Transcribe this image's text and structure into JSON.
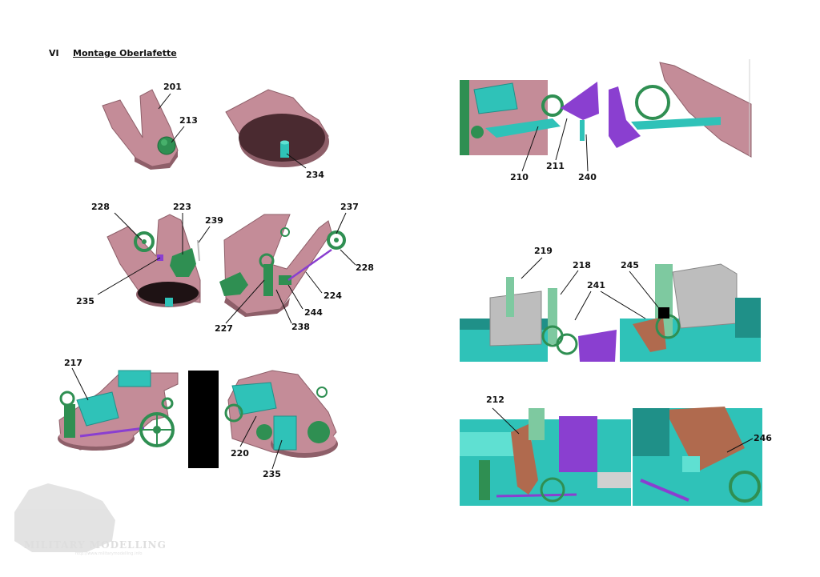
{
  "section": {
    "number": "VI",
    "title": "Montage Oberlafette"
  },
  "watermark": {
    "brand": "MILITARY MODELLING",
    "url": "http://www.militarymodelling.info"
  },
  "callouts": {
    "p201": "201",
    "p213": "213",
    "p234": "234",
    "p228a": "228",
    "p223": "223",
    "p239": "239",
    "p235a": "235",
    "p237": "237",
    "p228b": "228",
    "p224": "224",
    "p244": "244",
    "p238": "238",
    "p227": "227",
    "p217": "217",
    "p220": "220",
    "p235b": "235",
    "p210": "210",
    "p211": "211",
    "p240": "240",
    "p219": "219",
    "p218": "218",
    "p245": "245",
    "p241": "241",
    "p212": "212",
    "p246": "246"
  },
  "colors": {
    "pink": "#c48c98",
    "pink_dark": "#8e5f69",
    "base_dark": "#4a2a30",
    "green": "#2f8f52",
    "green_dark": "#1f6a3a",
    "teal": "#2fc2b8",
    "cyan_light": "#5fe0d2",
    "purple": "#8a3fd0",
    "grey": "#bdbdbd",
    "rust": "#b06a4e",
    "mint": "#7ec9a0"
  }
}
